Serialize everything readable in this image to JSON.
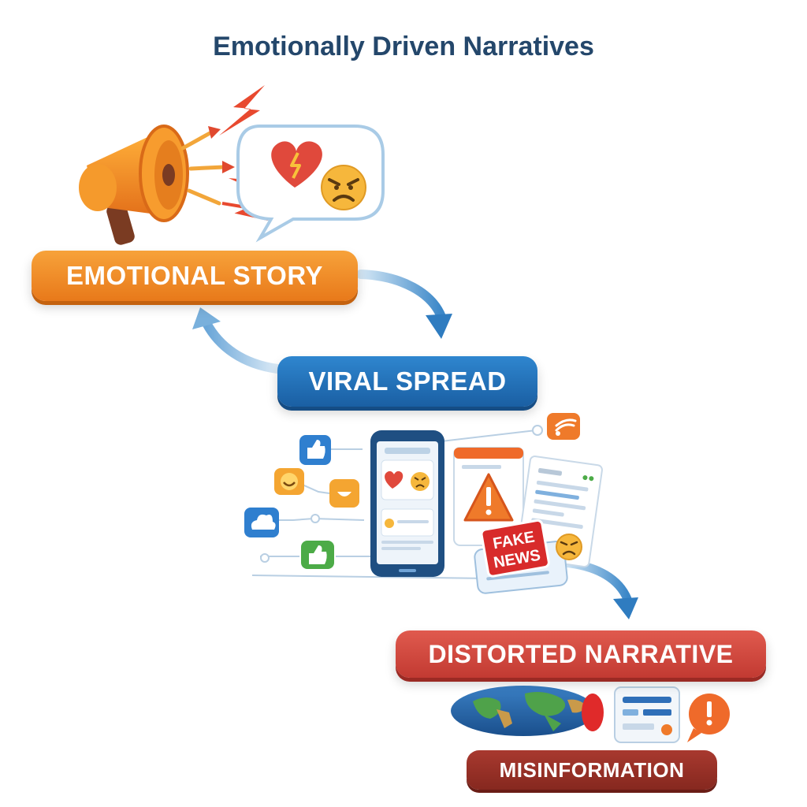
{
  "title": "Emotionally Driven Narratives",
  "stages": {
    "emotional_story": "EMOTIONAL STORY",
    "viral_spread": "VIRAL SPREAD",
    "distorted_narrative": "DISTORTED NARRATIVE",
    "misinformation": "MISINFORMATION"
  },
  "badge": {
    "line1": "FAKE",
    "line2": "NEWS"
  },
  "icons": [
    "megaphone-icon",
    "lightning-icon",
    "broken-heart-icon",
    "angry-face-icon",
    "speech-bubble-icon",
    "thumbs-up-icon",
    "smiley-face-icon",
    "cloud-icon",
    "smartphone-icon",
    "warning-icon",
    "news-article-icon",
    "rss-icon",
    "globe-map-icon",
    "id-card-icon",
    "alert-bubble-icon",
    "cycle-arrow-icon"
  ],
  "colors": {
    "title": "#24476b",
    "orange": "#f08a24",
    "blue": "#1f6fb8",
    "red": "#cf4a40",
    "dark_red": "#952f26",
    "arrow": "#8fc0e4"
  }
}
